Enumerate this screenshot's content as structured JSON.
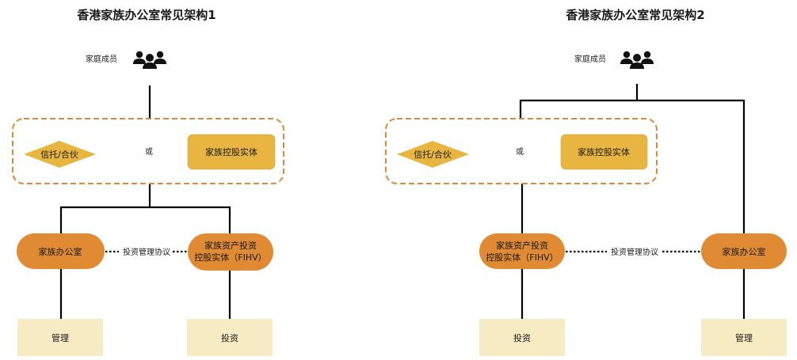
{
  "diagram1": {
    "title": "香港家族办公室常见架构1",
    "family_members": "家庭成员",
    "trust": "信托/合伙",
    "or": "或",
    "holding": "家族控股实体",
    "office": "家族办公室",
    "agreement": "投资管理协议",
    "fihv_line1": "家族资产投资",
    "fihv_line2": "控股实体（FIHV）",
    "management": "管理",
    "investment": "投资"
  },
  "diagram2": {
    "title": "香港家族办公室常见架构2",
    "family_members": "家庭成员",
    "trust": "信托/合伙",
    "or": "或",
    "holding": "家族控股实体",
    "fihv_line1": "家族资产投资",
    "fihv_line2": "控股实体（FIHV）",
    "agreement": "投资管理协议",
    "office": "家族办公室",
    "investment": "投资",
    "management": "管理"
  },
  "colors": {
    "orange": "#E08A33",
    "gold": "#E8B640",
    "dash": "#E0883A",
    "pale": "#F7EBC3",
    "line": "#000000"
  },
  "icons": [
    "people-group-icon"
  ]
}
